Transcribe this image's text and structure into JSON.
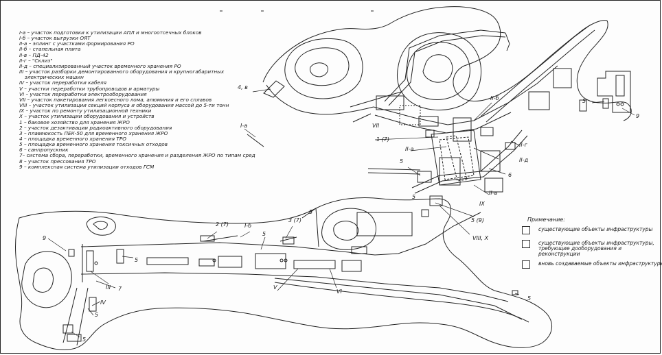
{
  "legend": [
    "I-а – участок подготовки к утилизации АПЛ и многоотсечных блоков",
    "I-б – участок выгрузки ОЯТ",
    "II-а – эллинг с участками формирования РО",
    "II-б – стапельная плита",
    "II-в – ПД-42",
    "II-г – \"Склиз\"",
    "II-д – специализированный участок временного хранения РО",
    "III – участок разборки демонтированного оборудования и крупногабаритных",
    "электрических машин",
    "IV – участок переработки кабеля",
    "V – участки переработки трубопроводов и арматуры",
    "VI – участок переработки электрооборудования",
    "VII – участок пакетирования легкоесного лома, алюминия и его сплавов",
    "VIII – участок утилизации секций корпуса и оборудования массой до 5-ти тонн",
    "IX – участок по ремонту утилизационной техники",
    "X – участок утилизации оборудования и устройств",
    "1 – баковое хозяйство для хранения ЖРО",
    "2 – участок дезактивации радиоактивного оборудования",
    "3 – плавеюкость ПЕК-50 для временного хранения ЖРО",
    "4 – площадка временного хранения ТРО",
    "5 – площадка временного хранения токсичных отходов",
    "6 – санпропускник",
    "7– система сбора, переработки, временного хранения и разделения ЖРО по типам сред",
    "8 – участок прессования ТРО",
    "9 – комплексная система утилизации отходов ГСМ"
  ],
  "labels": {
    "l_4v": "4, в",
    "l_1a": "I-а",
    "l_vii": "VII",
    "l_iib": "II-б",
    "l_17a": "1 (7)",
    "l_iia": "II-а",
    "l_iig": "II-г",
    "l_iid": "II-д",
    "l_5a": "5",
    "l_6": "6",
    "l_iiv": "II-в",
    "l_ix": "IX",
    "l_59": "5 (9)",
    "l_viiix": "VIII, X",
    "l_5b": "5",
    "l_9a": "9",
    "l_27": "2 (7)",
    "l_1b": "I-б",
    "l_37": "3 (7)",
    "l_5c": "5",
    "l_5d": "5",
    "l_9b": "9",
    "l_5e": "5",
    "l_iii": "III",
    "l_7": "7",
    "l_iv": "IV",
    "l_5f": "5",
    "l_5g": "5",
    "l_v": "V",
    "l_vi": "VI",
    "l_5h": "5",
    "l_5i": "5"
  },
  "note": {
    "title": "Примечание:",
    "items": [
      "существующие объекты инфраструктуры",
      "существующие объекты инфраструктуры, требующие дооборудования и реконструкции",
      "вновь создаваемые объекты инфраструктуры"
    ]
  }
}
